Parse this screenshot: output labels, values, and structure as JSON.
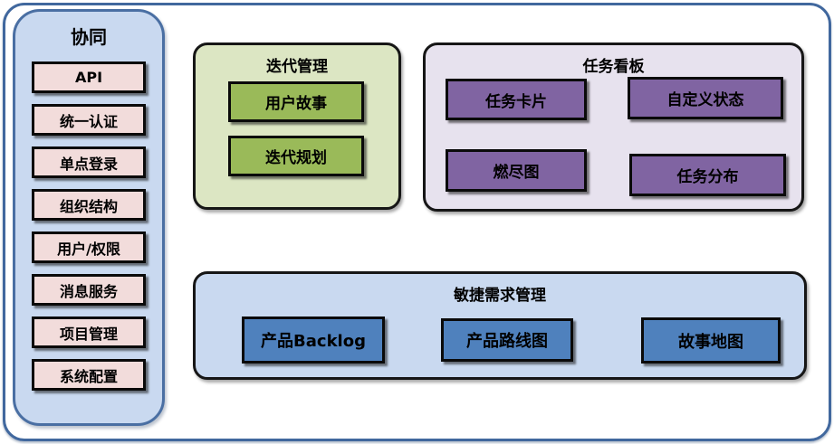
{
  "sidebar": {
    "title": "协同",
    "items": [
      "API",
      "统一认证",
      "单点登录",
      "组织结构",
      "用户/权限",
      "消息服务",
      "项目管理",
      "系统配置"
    ]
  },
  "groups": [
    {
      "title": "迭代管理",
      "items": [
        "用户故事",
        "迭代规划"
      ]
    },
    {
      "title": "任务看板",
      "items": [
        "任务卡片",
        "自定义状态",
        "燃尽图",
        "任务分布"
      ]
    },
    {
      "title": "敏捷需求管理",
      "items": [
        "产品Backlog",
        "产品路线图",
        "故事地图"
      ]
    }
  ],
  "colors": {
    "outer_border": "#41689e",
    "sidebar_fill": "#c9d9f0",
    "sidebar_border": "#4a6fa3",
    "sidebar_item_fill": "#f2dcdb",
    "iteration_fill": "#dce6c3",
    "iteration_item_fill": "#9aba59",
    "kanban_fill": "#e7e2ee",
    "kanban_item_fill": "#8064a2",
    "requirements_fill": "#c9d9f0",
    "requirements_item_fill": "#4f81bd",
    "box_border": "#000000"
  }
}
